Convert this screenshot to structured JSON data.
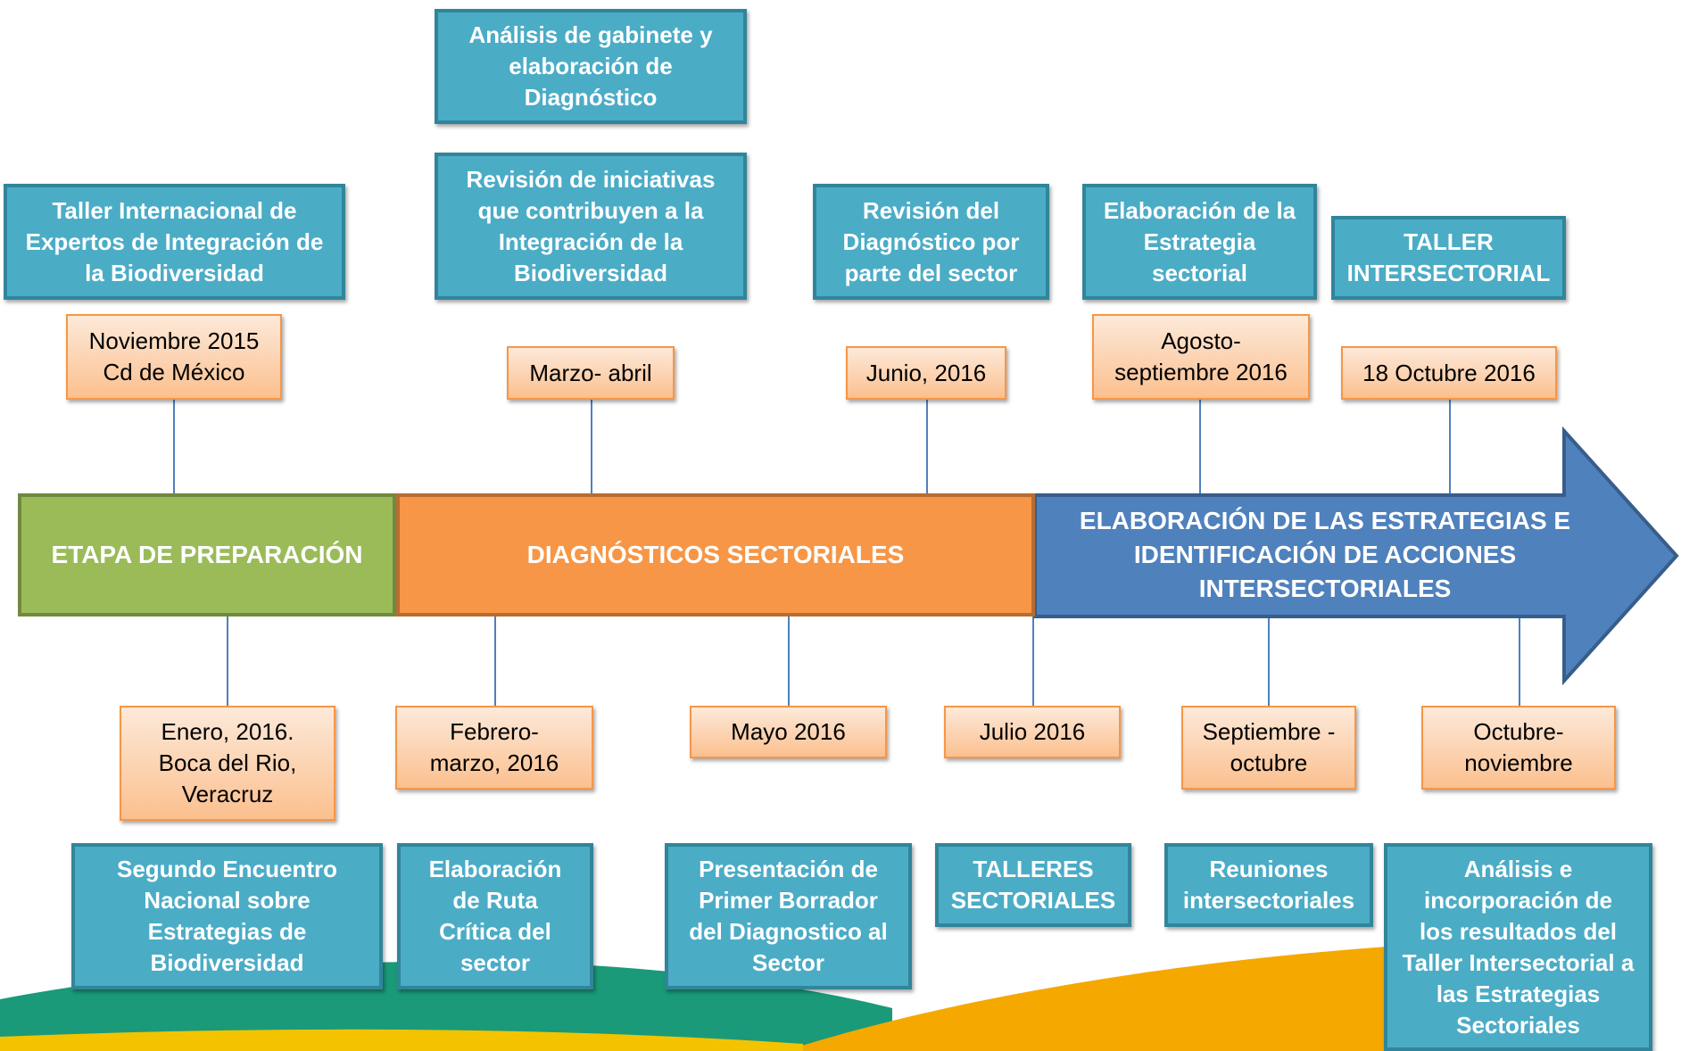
{
  "colors": {
    "activity_box": "#4bacc6",
    "date_box": "#fbc08f",
    "stage_preparation": "#9bbb59",
    "stage_diagnostics": "#f79646",
    "stage_strategies": "#4f81bd",
    "connector": "#4f81bd",
    "wave_green": "#1a9a78",
    "wave_orange": "#f5a800"
  },
  "stages": {
    "preparation": "ETAPA DE PREPARACIÓN",
    "diagnostics": "DIAGNÓSTICOS SECTORIALES",
    "strategies": "ELABORACIÓN DE LAS ESTRATEGIAS E\nIDENTIFICACIÓN DE ACCIONES\nINTERSECTORIALES"
  },
  "top": {
    "activities": [
      "Análisis  de gabinete y\nelaboración de\nDiagnóstico",
      "Taller Internacional de\nExpertos de Integración de\nla Biodiversidad",
      "Revisión de iniciativas\nque contribuyen a la\nIntegración de la\nBiodiversidad",
      "Revisión del\nDiagnóstico por\nparte del  sector",
      "Elaboración de la\nEstrategia\nsectorial",
      "TALLER\nINTERSECTORIAL"
    ],
    "dates": [
      "Noviembre 2015\nCd de México",
      "Marzo- abril",
      "Junio, 2016",
      "Agosto-\nseptiembre 2016",
      "18 Octubre 2016"
    ]
  },
  "bottom": {
    "dates": [
      "Enero, 2016.\nBoca del Rio,\nVeracruz",
      "Febrero-\nmarzo, 2016",
      "Mayo 2016",
      "Julio 2016",
      "Septiembre -\noctubre",
      "Octubre-\nnoviembre"
    ],
    "activities": [
      "Segundo Encuentro\nNacional sobre\nEstrategias de\nBiodiversidad",
      "Elaboración\nde Ruta\nCrítica del\nsector",
      "Presentación de\nPrimer Borrador\ndel Diagnostico al\nSector",
      "TALLERES\nSECTORIALES",
      "Reuniones\nintersectoriales",
      "Análisis e\nincorporación de\nlos resultados del\nTaller Intersectorial a\nlas Estrategias\nSectoriales"
    ]
  }
}
